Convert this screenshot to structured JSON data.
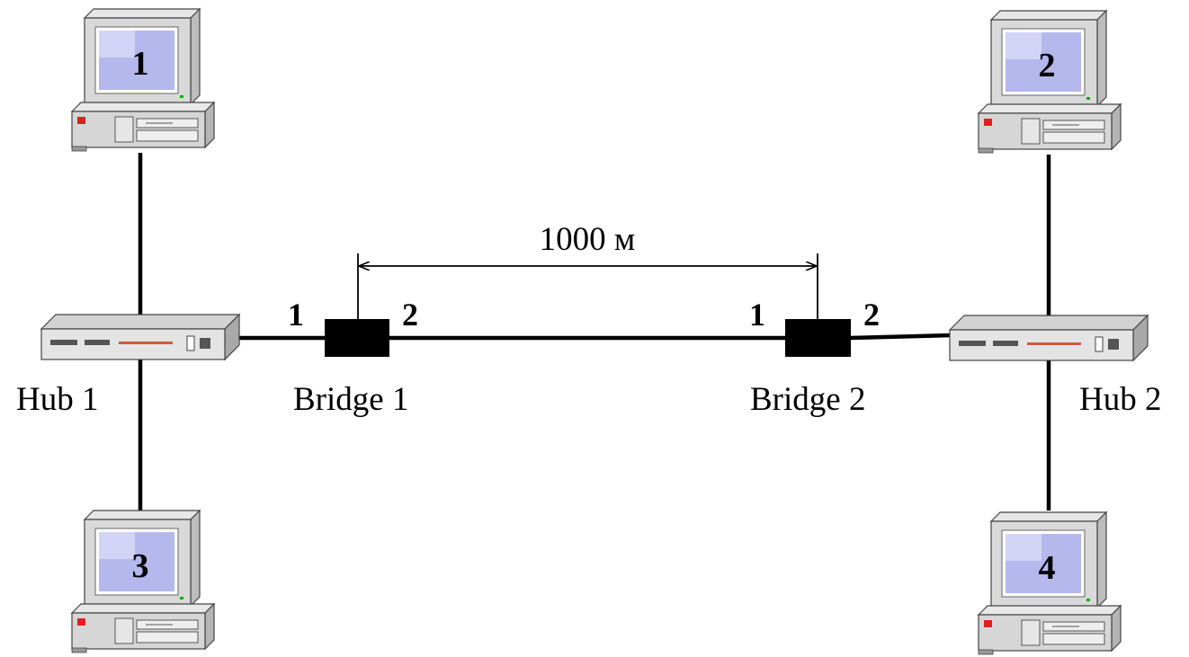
{
  "diagram": {
    "distance_label": "1000 м",
    "hubs": [
      {
        "label": "Hub 1"
      },
      {
        "label": "Hub 2"
      }
    ],
    "bridges": [
      {
        "label": "Bridge 1",
        "port_left": "1",
        "port_right": "2"
      },
      {
        "label": "Bridge 2",
        "port_left": "1",
        "port_right": "2"
      }
    ],
    "computers": [
      {
        "number": "1"
      },
      {
        "number": "2"
      },
      {
        "number": "3"
      },
      {
        "number": "4"
      }
    ]
  }
}
